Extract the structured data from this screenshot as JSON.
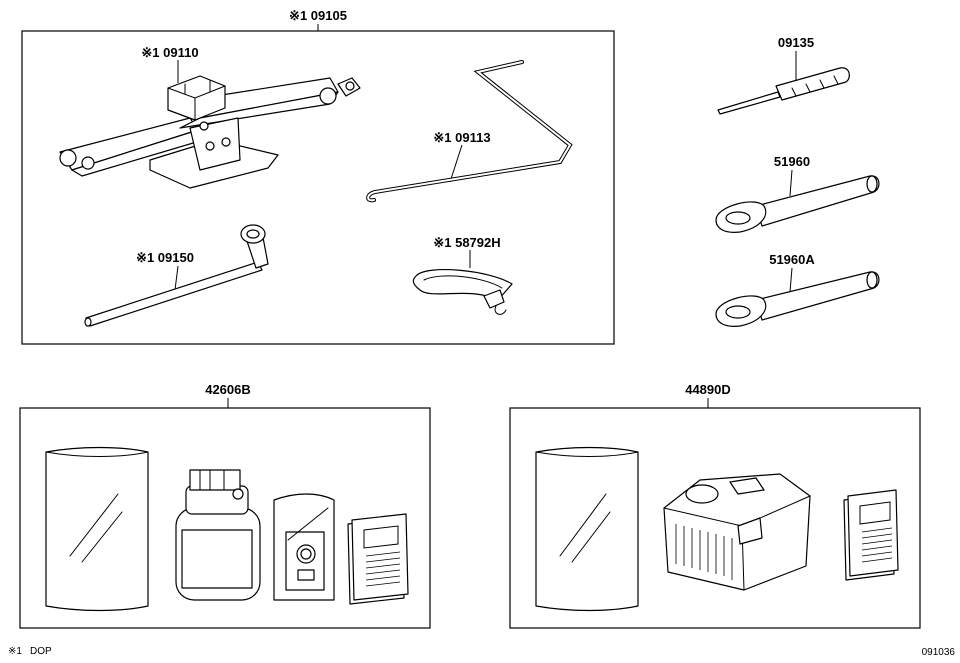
{
  "callouts": {
    "kit_jack_tools": "※1 09105",
    "jack": "※1 09110",
    "jack_handle": "※1 09113",
    "wheel_wrench": "※1 09150",
    "handle_strap": "※1 58792H",
    "screwdriver": "09135",
    "towing_eye_a": "51960",
    "towing_eye_b": "51960A",
    "repair_kit": "42606B",
    "compressor_kit": "44890D"
  },
  "footer": {
    "note_mark": "※1",
    "note_text": "DOP",
    "figure_id": "091036"
  },
  "icons": [
    "scissor-jack-icon",
    "jack-handle-icon",
    "lug-wrench-icon",
    "strap-icon",
    "screwdriver-icon",
    "towing-eye-icon",
    "bag-icon",
    "sealant-bottle-icon",
    "sealant-box-icon",
    "manual-booklet-icon",
    "air-compressor-icon"
  ]
}
